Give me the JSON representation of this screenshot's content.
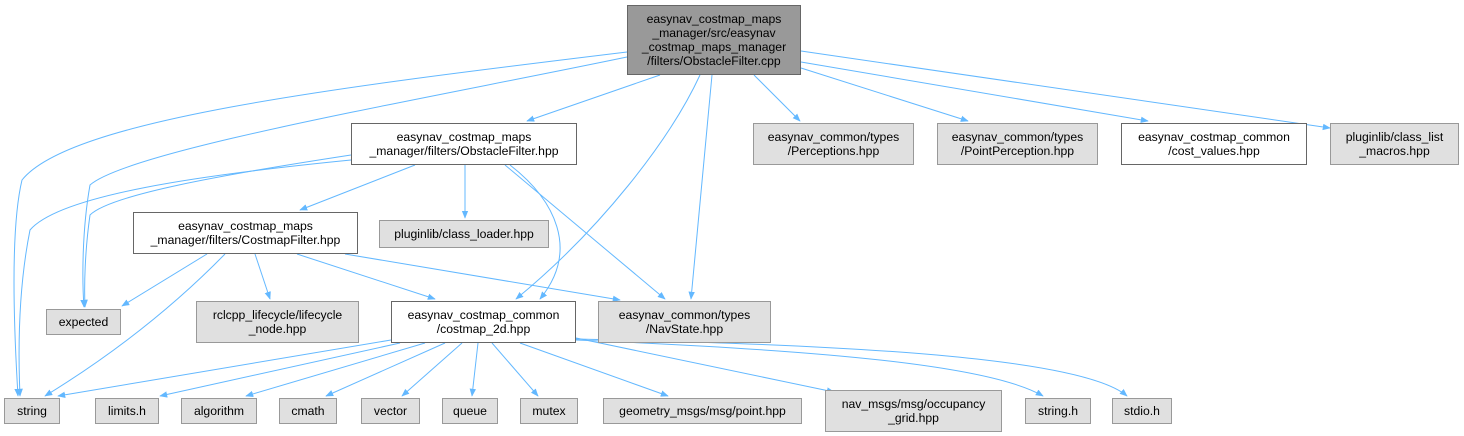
{
  "colors": {
    "edge": "#63b8ff",
    "root_fill": "#999999",
    "local_fill": "#ffffff",
    "external_fill": "#e0e0e0",
    "border_dark": "#666666",
    "border_light": "#999999"
  },
  "nodes": {
    "root": "easynav_costmap_maps\n_manager/src/easynav\n_costmap_maps_manager\n/filters/ObstacleFilter.cpp",
    "obstacle_hpp": "easynav_costmap_maps\n_manager/filters/ObstacleFilter.hpp",
    "perceptions": "easynav_common/types\n/Perceptions.hpp",
    "pointperception": "easynav_common/types\n/PointPerception.hpp",
    "cost_values": "easynav_costmap_common\n/cost_values.hpp",
    "class_list": "pluginlib/class_list\n_macros.hpp",
    "costmap_filter": "easynav_costmap_maps\n_manager/filters/CostmapFilter.hpp",
    "class_loader": "pluginlib/class_loader.hpp",
    "expected": "expected",
    "rclcpp": "rclcpp_lifecycle/lifecycle\n_node.hpp",
    "costmap_2d": "easynav_costmap_common\n/costmap_2d.hpp",
    "navstate": "easynav_common/types\n/NavState.hpp",
    "string": "string",
    "limits": "limits.h",
    "algorithm": "algorithm",
    "cmath": "cmath",
    "vector": "vector",
    "queue": "queue",
    "mutex": "mutex",
    "point": "geometry_msgs/msg/point.hpp",
    "occupancy": "nav_msgs/msg/occupancy\n_grid.hpp",
    "string_h": "string.h",
    "stdio": "stdio.h"
  }
}
